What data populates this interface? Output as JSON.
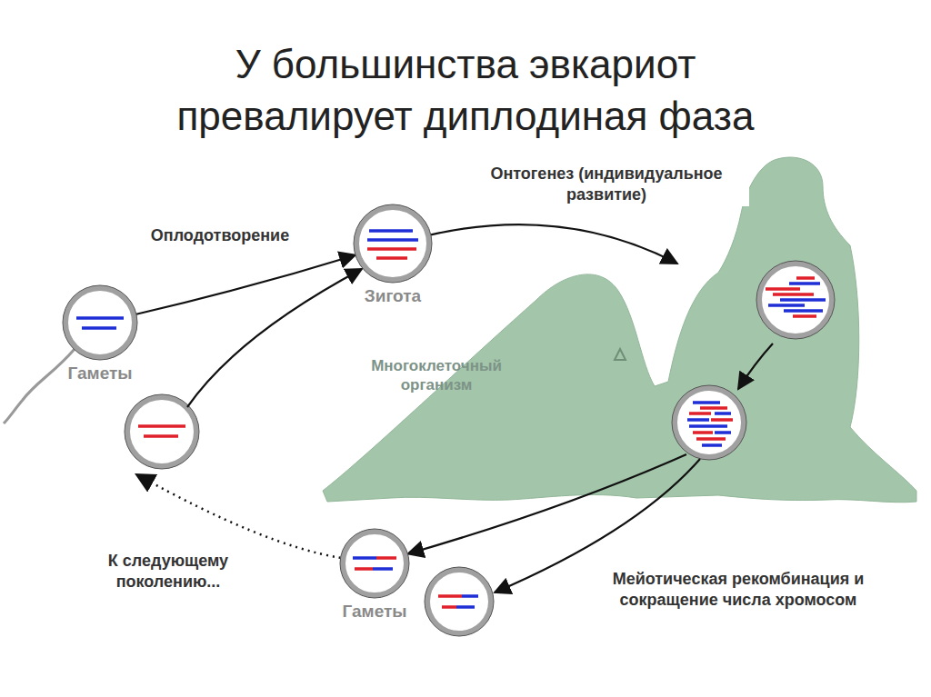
{
  "diagram": {
    "title": "У большинства эвкариот превалирует диплодиная фаза",
    "nodes": [
      {
        "text": [
          "Гаметы"
        ]
      },
      {
        "text": [
          "Зигота"
        ]
      },
      {
        "text": [
          "Многоклеточный организм"
        ]
      },
      {
        "text": [
          "Гаметы"
        ]
      }
    ],
    "edges": [
      {
        "from": 0,
        "to": 1,
        "arrow": "to",
        "label": "Оплодотворение"
      },
      {
        "from": 1,
        "to": 2,
        "arrow": "to",
        "label": "Онтогенез (индивидуальное развитие)"
      },
      {
        "from": 2,
        "to": 3,
        "arrow": "to",
        "label": "Мейотическая рекомбинация и сокращение числа хромосом"
      },
      {
        "from": 3,
        "to": 0,
        "arrow": "to",
        "label": "К следующему поколению..."
      }
    ]
  }
}
